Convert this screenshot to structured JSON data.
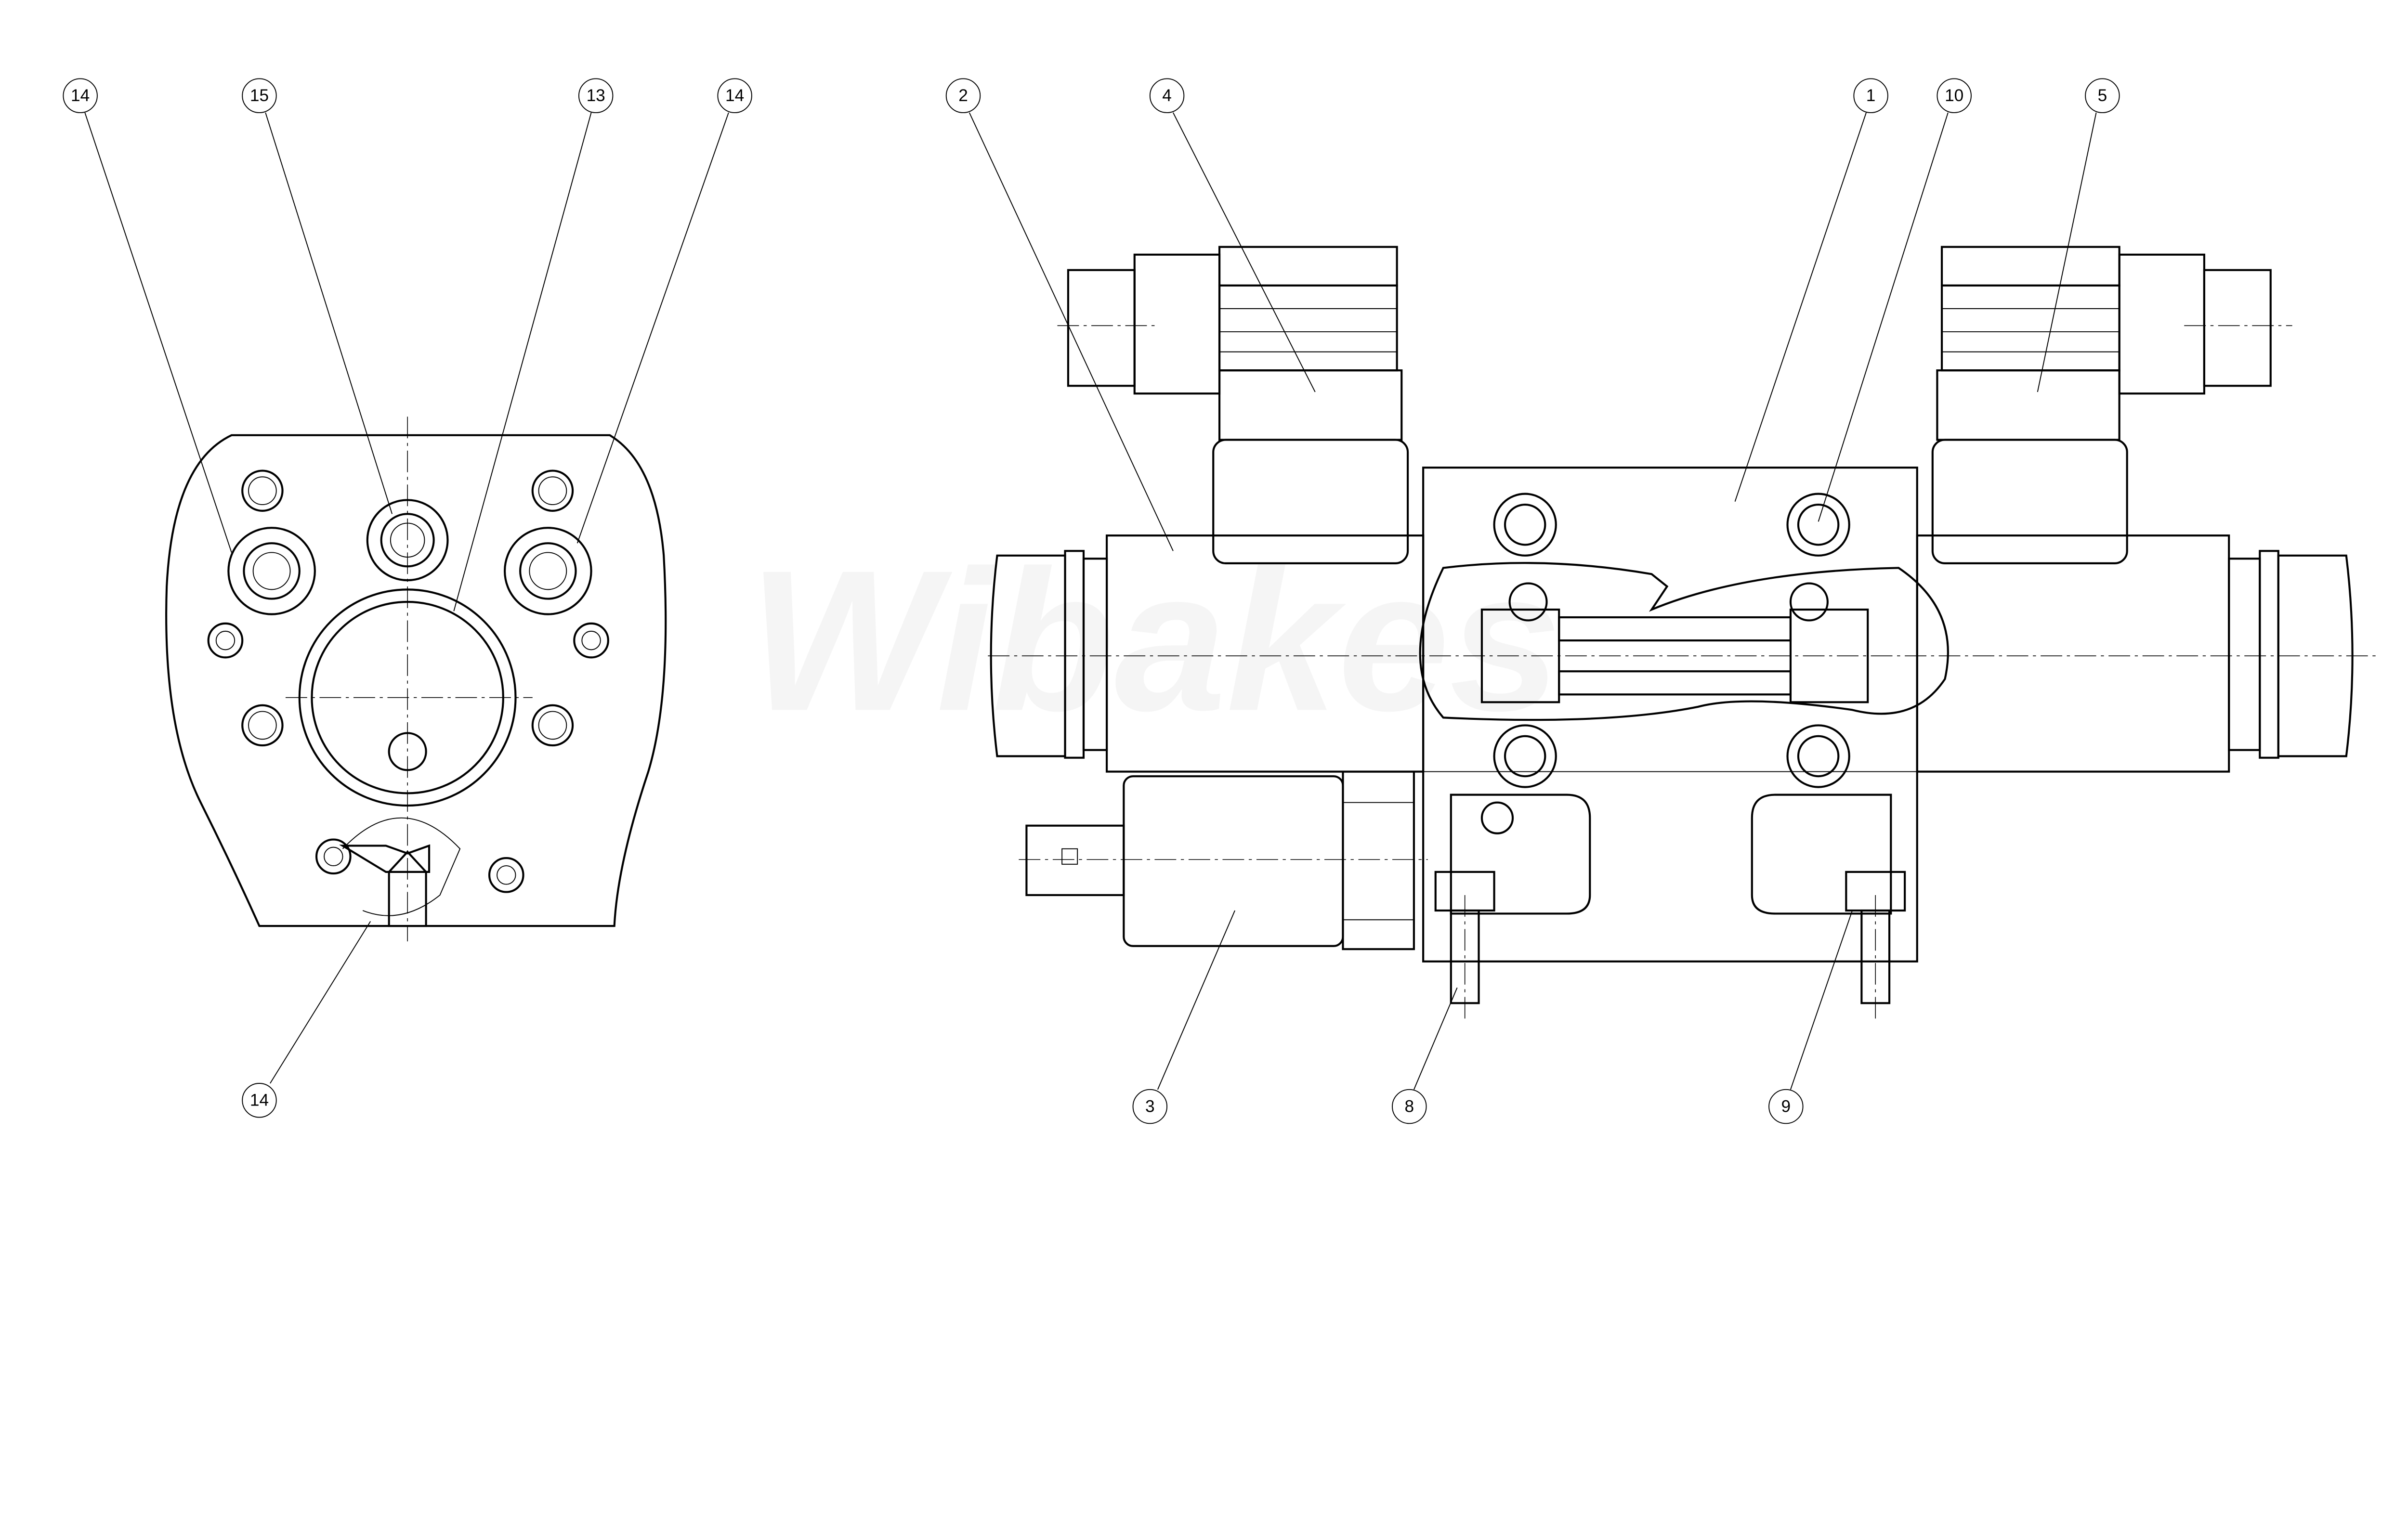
{
  "watermark": "Wibakes",
  "balloons": {
    "b14a": "14",
    "b15": "15",
    "b13": "13",
    "b14b": "14",
    "b2": "2",
    "b4": "4",
    "b1": "1",
    "b10": "10",
    "b5": "5",
    "b14c": "14",
    "b3": "3",
    "b8": "8",
    "b9": "9"
  }
}
